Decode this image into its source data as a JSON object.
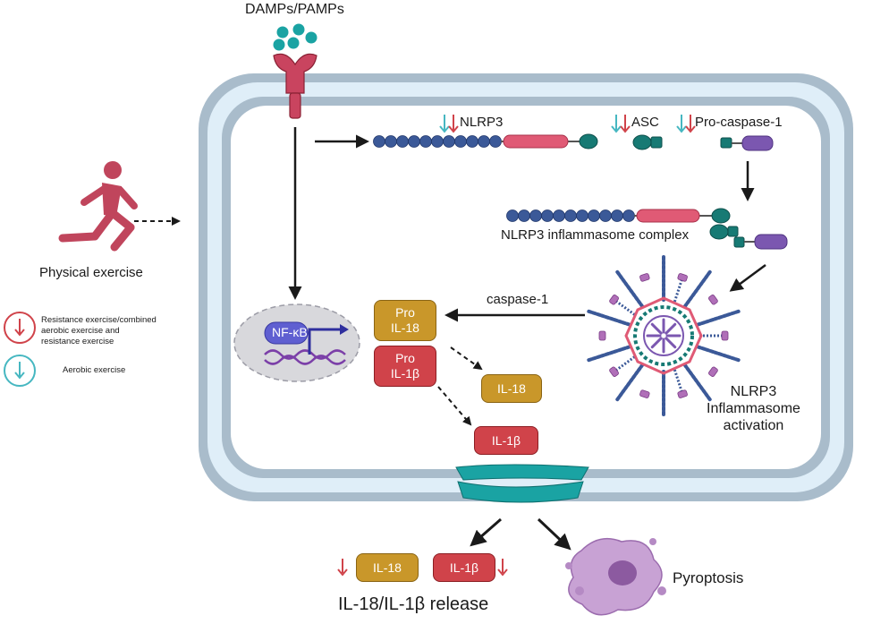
{
  "labels": {
    "damps": "DAMPs/PAMPs",
    "nlrp3": "NLRP3",
    "asc": "ASC",
    "pro_caspase": "Pro-caspase-1",
    "complex": "NLRP3 inflammasome complex",
    "caspase1": "caspase-1",
    "nfkb": "NF-κB",
    "activation": [
      "NLRP3",
      "Inflammasome",
      "activation"
    ],
    "physical_exercise": "Physical exercise",
    "pyroptosis": "Pyroptosis",
    "release": "IL-18/IL-1β release"
  },
  "legend": {
    "resistance": "Resistance exercise/combined aerobic exercise and resistance exercise",
    "aerobic": "Aerobic exercise"
  },
  "boxes": {
    "pro_il18": [
      "Pro",
      "IL-18"
    ],
    "pro_il1b": [
      "Pro",
      "IL-1β"
    ],
    "il18": "IL-18",
    "il1b": "IL-1β",
    "il18_out": "IL-18",
    "il1b_out": "IL-1β"
  },
  "colors": {
    "membrane_outer": "#a9bccb",
    "membrane_inner": "#dfeef8",
    "cytoplasm": "#ffffff",
    "resistance_arrow": "#d0434a",
    "aerobic_arrow": "#46b7c1",
    "nlrp3_bead": "#3b5998",
    "nlrp3_rod": "#e05a75",
    "teal": "#177a74",
    "caspase_purple": "#7b57b0",
    "gold_box": "#c9972a",
    "red_box": "#d0434a",
    "exercise_figure": "#c0455c",
    "pyroptosis_cell": "#b58ac4"
  }
}
